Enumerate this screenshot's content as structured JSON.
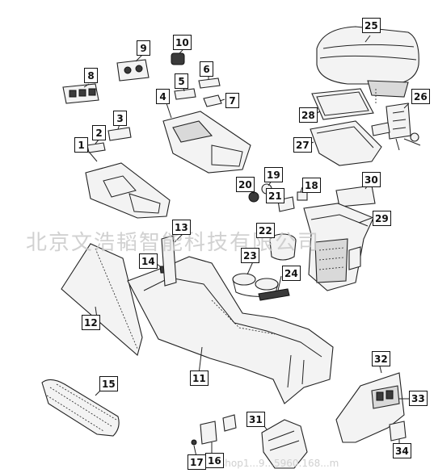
{
  "watermark": {
    "company": "北京文浩韬智能科技有限公司",
    "footer": "shop1...9...5960.168...m"
  },
  "callouts": {
    "c1": "1",
    "c2": "2",
    "c3": "3",
    "c4": "4",
    "c5": "5",
    "c6": "6",
    "c7": "7",
    "c8": "8",
    "c9": "9",
    "c10": "10",
    "c11": "11",
    "c12": "12",
    "c13": "13",
    "c14": "14",
    "c15": "15",
    "c16": "16",
    "c17": "17",
    "c18": "18",
    "c19": "19",
    "c20": "20",
    "c21": "21",
    "c22": "22",
    "c23": "23",
    "c24": "24",
    "c25": "25",
    "c26": "26",
    "c27": "27",
    "c28": "28",
    "c29": "29",
    "c30": "30",
    "c31": "31",
    "c32": "32",
    "c33": "33",
    "c34": "34"
  },
  "colors": {
    "line": "#222222",
    "fill": "#f3f3f3",
    "watermark": "#c9c9c9"
  }
}
